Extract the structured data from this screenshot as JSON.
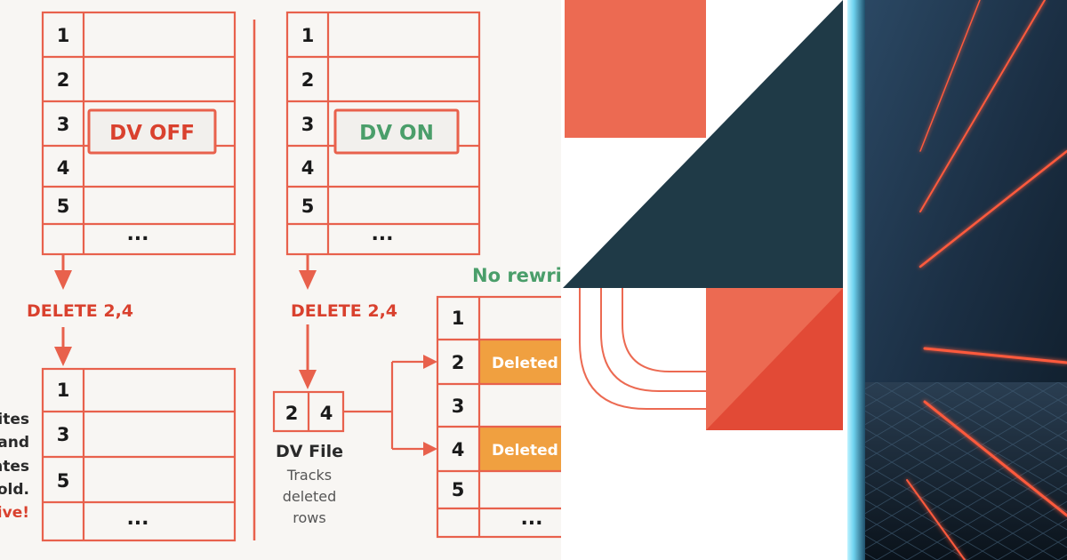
{
  "diagram": {
    "left": {
      "table_rows": [
        "1",
        "2",
        "3",
        "4",
        "5",
        "..."
      ],
      "badge": "DV OFF",
      "operation": "DELETE 2,4",
      "result_rows": [
        "1",
        "3",
        "5",
        "..."
      ],
      "side_text": [
        "ites",
        "and",
        "ntes",
        "old.",
        "ive!"
      ]
    },
    "right": {
      "table_rows": [
        "1",
        "2",
        "3",
        "4",
        "5",
        "..."
      ],
      "badge": "DV ON",
      "operation": "DELETE 2,4",
      "note": "No rewrit",
      "dv_cells": [
        "2",
        "4"
      ],
      "dv_file_title": "DV File",
      "dv_file_desc": [
        "Tracks",
        "deleted",
        "rows"
      ],
      "result_rows": [
        "1",
        "2",
        "3",
        "4",
        "5",
        "..."
      ],
      "deleted_label": "Deleted"
    }
  },
  "colors": {
    "accent": "#e8614c",
    "text_red": "#d9412e",
    "text_green": "#4a9e6a",
    "deleted_fill": "#f0a040",
    "navy": "#1f3a47",
    "panel_bg": "#f8f6f3"
  },
  "images": [
    "geometric-logo-art",
    "neon-corridor-photo"
  ]
}
